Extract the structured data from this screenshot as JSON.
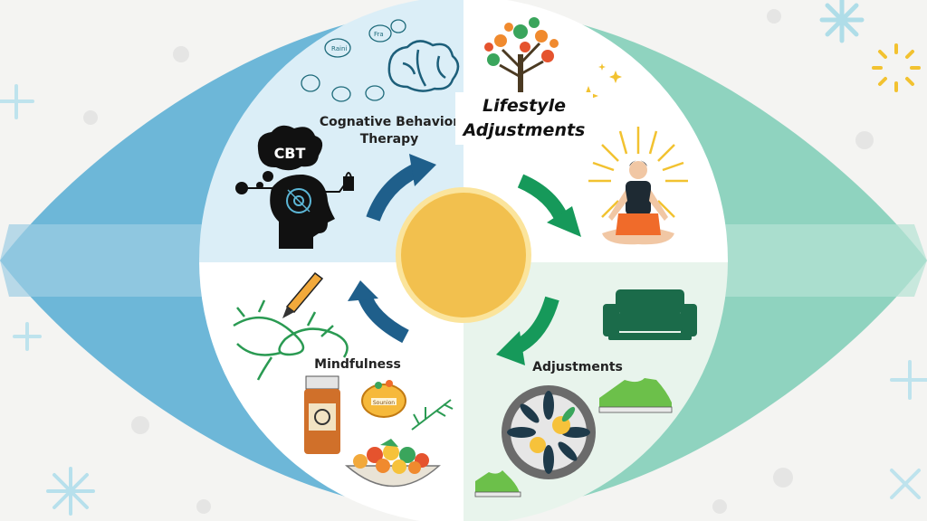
{
  "labels": {
    "cbt_title_line1": "Cognative Behavior",
    "cbt_title_line2": "Therapy",
    "cbt_bubble": "CBT",
    "lifestyle_line1": "Lifestyle",
    "lifestyle_line2": "Adjustments",
    "mindfulness": "Mindfulness",
    "adjustments": "Adjustments",
    "bottle_label": "Sounion",
    "note_1": "Raini",
    "note_2": "Fra"
  },
  "colors": {
    "eye_left": "#6db7d8",
    "eye_right": "#8fd3bf",
    "quad_top_left": "#dbeef7",
    "quad_top_right": "#ffffff",
    "quad_bottom_left": "#ffffff",
    "quad_bottom_right": "#e8f4ec",
    "sun": "#f2c04e",
    "arrow_blue": "#1f5f8b",
    "arrow_green": "#16995a"
  },
  "icons": [
    "cbt-head-icon",
    "brain-icon",
    "tree-icon",
    "meditation-person-icon",
    "sofa-icon",
    "sneaker-icon",
    "plate-icon",
    "pencil-icon",
    "vine-icon",
    "bottle-icon",
    "fruit-bowl-icon",
    "sparkle-icon"
  ]
}
